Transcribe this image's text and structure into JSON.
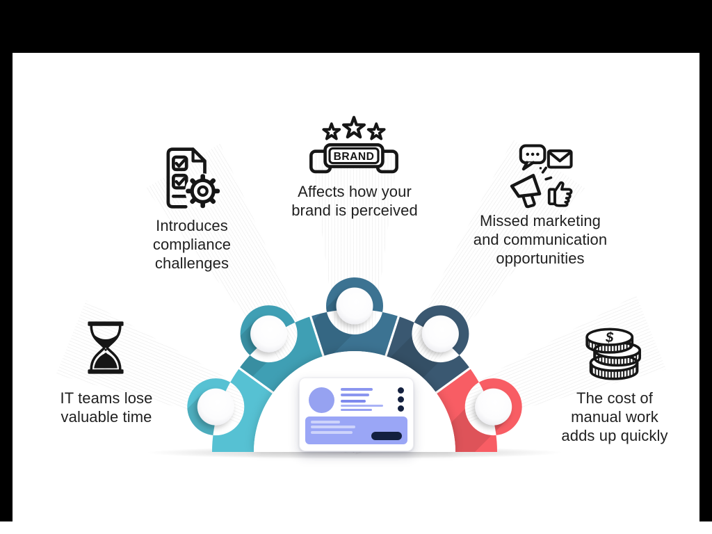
{
  "slide": {
    "background": "#FFFFFF",
    "frame_color": "#000000",
    "text_color": "#1F1F1F"
  },
  "items": [
    {
      "id": "it-time",
      "icon": "hourglass-icon",
      "lines": [
        "IT teams lose",
        "valuable time"
      ]
    },
    {
      "id": "compliance",
      "icon": "compliance-checklist-icon",
      "lines": [
        "Introduces",
        "compliance",
        "challenges"
      ]
    },
    {
      "id": "brand",
      "icon": "brand-banner-icon",
      "banner_text": "BRAND",
      "lines": [
        "Affects how your",
        "brand is perceived"
      ]
    },
    {
      "id": "marketing",
      "icon": "marketing-communication-icon",
      "lines": [
        "Missed marketing",
        "and communication",
        "opportunities"
      ]
    },
    {
      "id": "cost",
      "icon": "money-coins-icon",
      "currency_symbol": "$",
      "lines": [
        "The cost of",
        "manual work",
        "adds up quickly"
      ]
    }
  ],
  "fan": {
    "segment_colors": [
      "#56C1D3",
      "#3F9FB4",
      "#3C7392",
      "#3A5871",
      "#F85D64"
    ],
    "knob_color": "#FFFFFF"
  },
  "card": {
    "avatar_color": "#96A2F1",
    "text_line_color": "#8B96EF",
    "panel_color": "#9AA6F6",
    "panel_line_color": "#CDD3FB",
    "dark_accent": "#14213F"
  }
}
